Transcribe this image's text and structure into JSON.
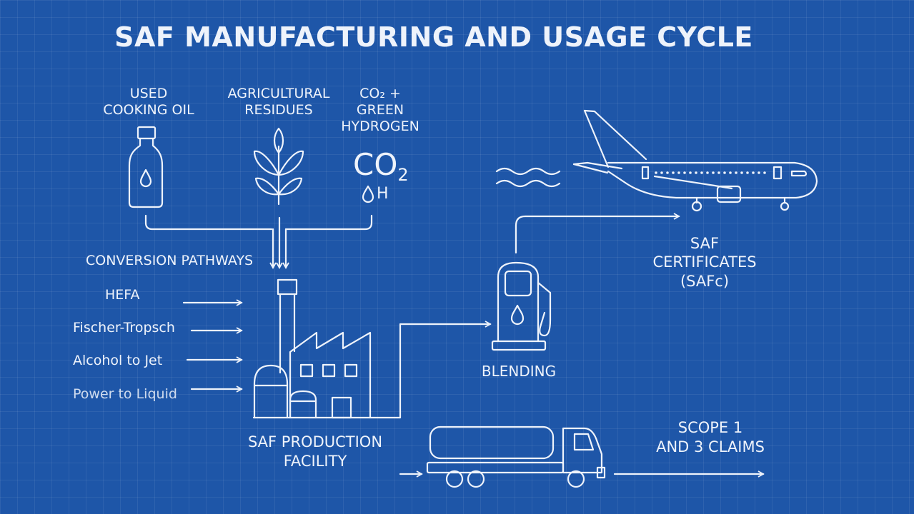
{
  "title": "SAF MANUFACTURING AND USAGE CYCLE",
  "feedstocks": {
    "used_cooking_oil": [
      "USED",
      "COOKING OIL"
    ],
    "agricultural_residues": [
      "AGRICULTURAL",
      "RESIDUES"
    ],
    "co2_hydrogen": [
      "CO₂ +",
      "GREEN",
      "HYDROGEN"
    ]
  },
  "co2_icon": {
    "symbol": "CO",
    "subscript": "2",
    "hydrogen": "H"
  },
  "conversion": {
    "heading": "CONVERSION PATHWAYS",
    "pathways": [
      "HEFA",
      "Fischer-Tropsch",
      "Alcohol to Jet",
      "Power to Liquid"
    ]
  },
  "facility": [
    "SAF PRODUCTION",
    "FACILITY"
  ],
  "blending": "BLENDING",
  "certificates": [
    "SAF",
    "CERTIFICATES",
    "(SAFc)"
  ],
  "claims": [
    "SCOPE 1",
    "AND 3 CLAIMS"
  ],
  "icons": [
    "bottle-icon",
    "plant-icon",
    "co2-hydrogen-icon",
    "factory-icon",
    "fuel-pump-icon",
    "airplane-icon",
    "tanker-truck-icon",
    "wave-icon"
  ],
  "colors": {
    "background": "#1e56a8",
    "line": "#eef3fb"
  }
}
